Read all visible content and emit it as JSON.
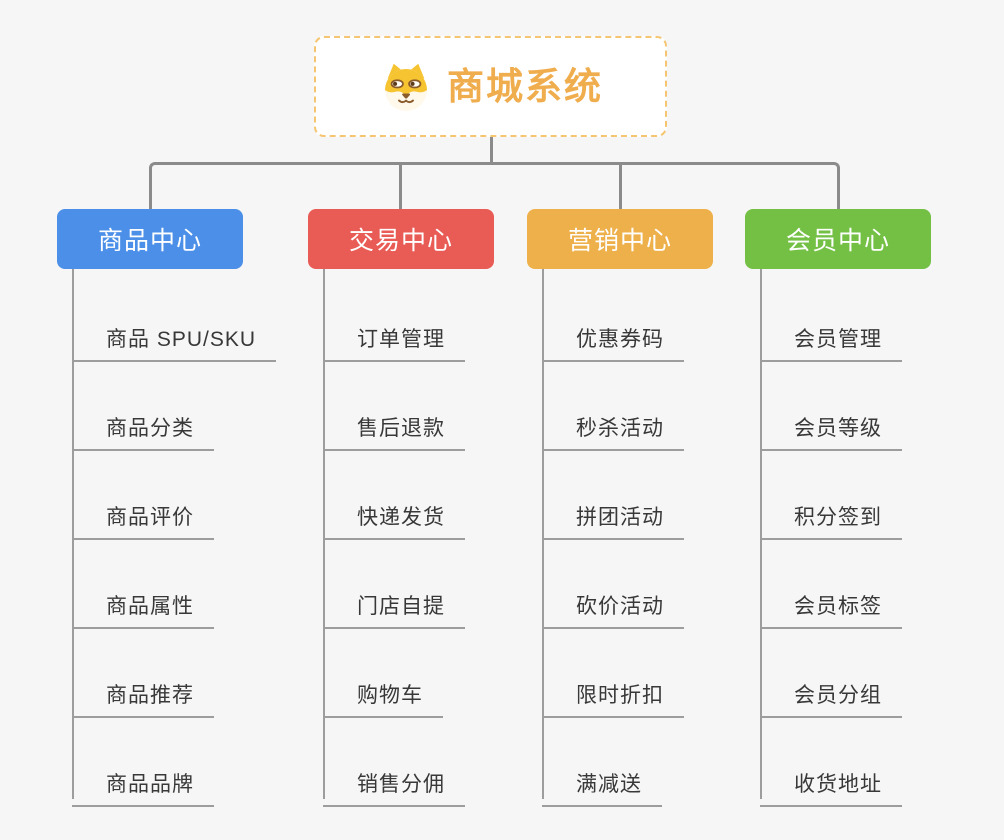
{
  "root": {
    "title": "商城系统",
    "icon": "doge-icon"
  },
  "palette": {
    "background": "#F5F6F5",
    "connector_gray": "#8B8B8B",
    "leaf_line_gray": "#9D9D9D",
    "leaf_text": "#383838",
    "node_text": "#FFFFFF",
    "root_text": "#F0AD4E",
    "root_border": "#F5C571",
    "doge_yellow": "#F6C331",
    "doge_cream": "#FFF9EC",
    "doge_brown": "#8A5B2B"
  },
  "branches": [
    {
      "label": "商品中心",
      "color": "#4B8FE8",
      "items": [
        "商品 SPU/SKU",
        "商品分类",
        "商品评价",
        "商品属性",
        "商品推荐",
        "商品品牌"
      ]
    },
    {
      "label": "交易中心",
      "color": "#E95B55",
      "items": [
        "订单管理",
        "售后退款",
        "快递发货",
        "门店自提",
        "购物车",
        "销售分佣"
      ]
    },
    {
      "label": "营销中心",
      "color": "#EEB04A",
      "items": [
        "优惠券码",
        "秒杀活动",
        "拼团活动",
        "砍价活动",
        "限时折扣",
        "满减送"
      ]
    },
    {
      "label": "会员中心",
      "color": "#73C045",
      "items": [
        "会员管理",
        "会员等级",
        "积分签到",
        "会员标签",
        "会员分组",
        "收货地址"
      ]
    }
  ]
}
